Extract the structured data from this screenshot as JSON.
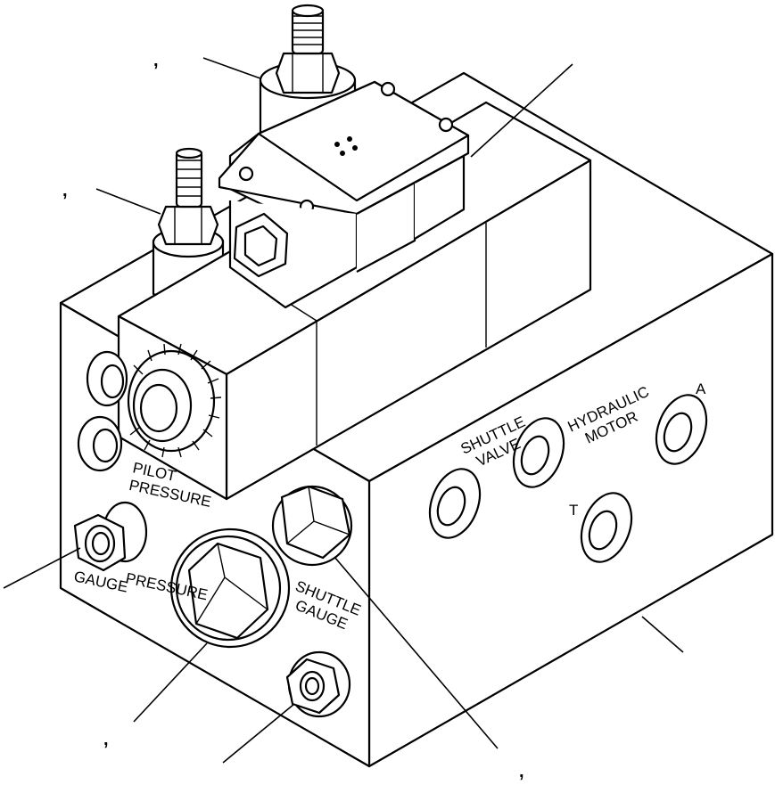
{
  "labels": {
    "pilot": "PILOT",
    "pilot_pressure": "PRESSURE",
    "pressure": "PRESSURE",
    "gauge_left": "GAUGE",
    "shuttle_gauge_1": "SHUTTLE",
    "shuttle_gauge_2": "GAUGE",
    "shuttle_valve_1": "SHUTTLE",
    "shuttle_valve_2": "VALVE",
    "hydraulic_1": "HYDRAULIC",
    "hydraulic_2": "MOTOR",
    "port_a": "A",
    "port_t": "T"
  },
  "callout_marks": [
    ",",
    ",",
    ",",
    ","
  ]
}
